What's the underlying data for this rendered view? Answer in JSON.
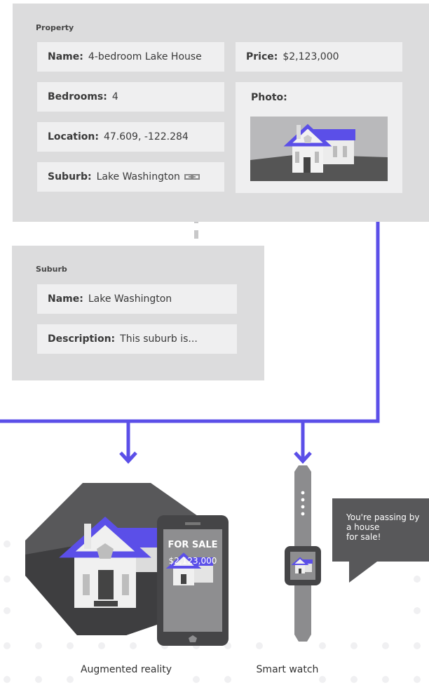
{
  "property": {
    "title": "Property",
    "name_label": "Name:",
    "name_value": "4-bedroom Lake House",
    "bedrooms_label": "Bedrooms:",
    "bedrooms_value": "4",
    "location_label": "Location:",
    "location_value": "47.609, -122.284",
    "suburb_label": "Suburb:",
    "suburb_value": "Lake Washington",
    "price_label": "Price:",
    "price_value": "$2,123,000",
    "photo_label": "Photo:"
  },
  "suburb": {
    "title": "Suburb",
    "name_label": "Name:",
    "name_value": "Lake Washington",
    "description_label": "Description:",
    "description_value": "This suburb is..."
  },
  "ar": {
    "badge": "FOR SALE",
    "price": "$2,123,000",
    "caption": "Augmented reality"
  },
  "watch": {
    "bubble_text": "You're passing by\na house\nfor sale!",
    "caption": "Smart watch"
  },
  "colors": {
    "accent": "#5b4fe8",
    "panel": "#dcdcdd",
    "card": "#efeff0",
    "dark": "#4a4a4a"
  }
}
